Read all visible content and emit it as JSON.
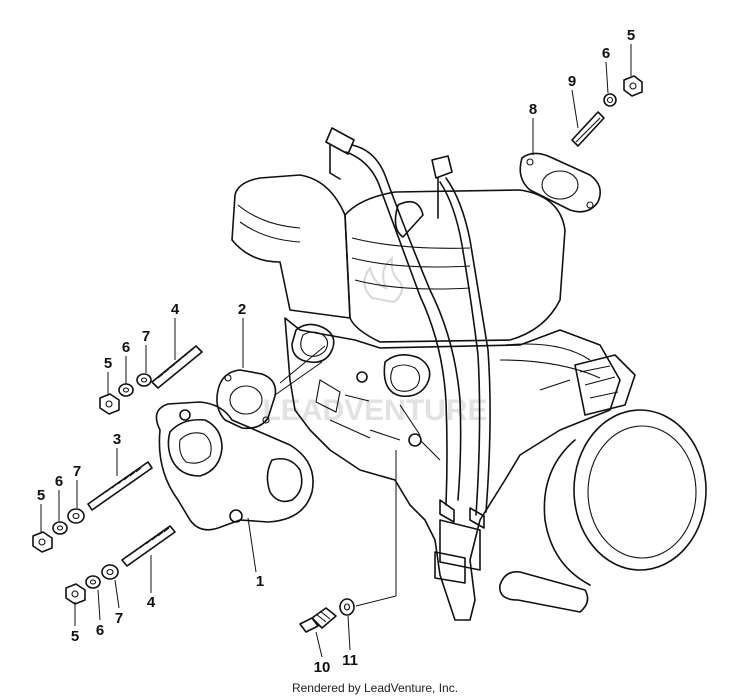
{
  "callouts": {
    "c1": "1",
    "c2": "2",
    "c3": "3",
    "c4_upper": "4",
    "c4_lower": "4",
    "c5_top": "5",
    "c5_mid": "5",
    "c5_left": "5",
    "c5_bottom": "5",
    "c6_top": "6",
    "c6_mid": "6",
    "c6_left": "6",
    "c6_bottom": "6",
    "c7_mid": "7",
    "c7_left": "7",
    "c7_bottom": "7",
    "c8": "8",
    "c9": "9",
    "c10": "10",
    "c11": "11"
  },
  "footer": {
    "credit": "Rendered by LeadVenture, Inc."
  },
  "icons": {
    "watermark": "leadventure-watermark-logo"
  }
}
